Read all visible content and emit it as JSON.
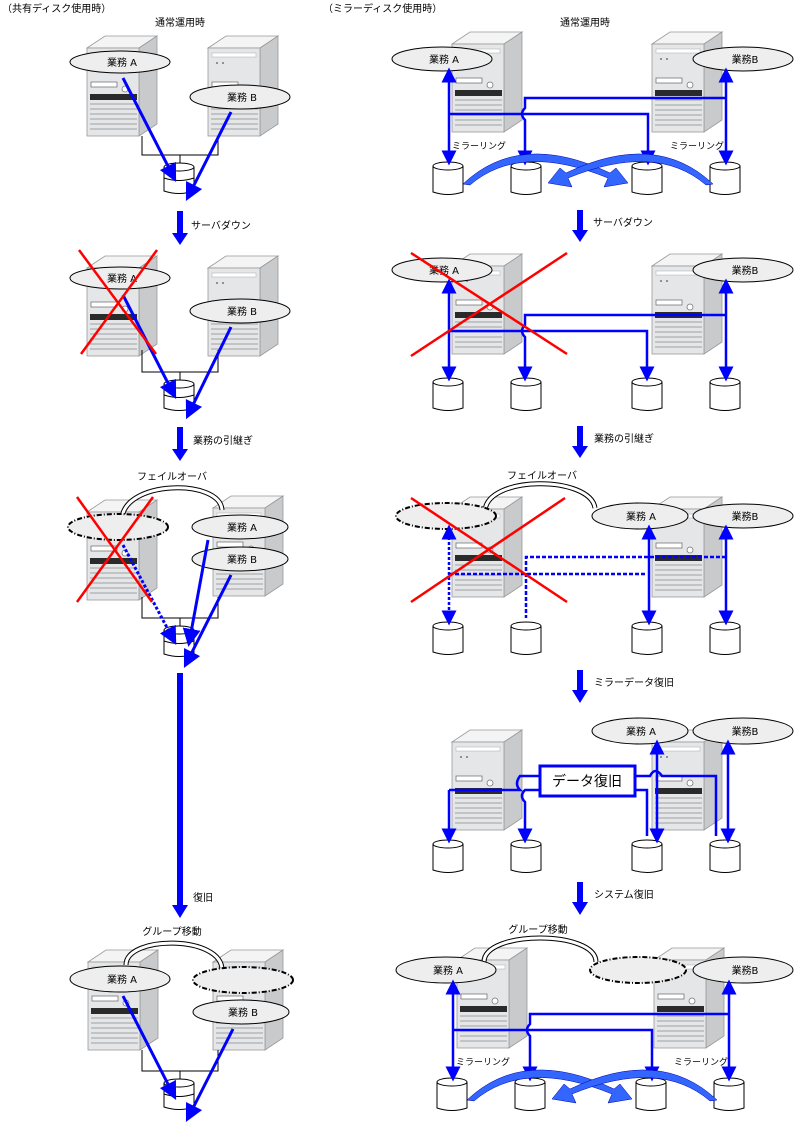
{
  "left_column": {
    "heading": "（共有ディスク使用時）",
    "stages": [
      {
        "title": "通常運用時",
        "service_a": "業務 A",
        "service_b": "業務 B"
      },
      {
        "title": "",
        "service_a": "業務 A",
        "service_b": "業務 B",
        "server_a_failed": true
      },
      {
        "title": "フェイルオーバ",
        "service_a": "業務 A",
        "service_b": "業務 B",
        "server_a_failed": true
      },
      {
        "title": "グループ移動",
        "service_a": "業務 A",
        "service_b": "業務 B"
      }
    ],
    "transitions": [
      "サーバダウン",
      "業務の引継ぎ",
      "復旧"
    ]
  },
  "right_column": {
    "heading": "（ミラーディスク使用時）",
    "stages": [
      {
        "title": "通常運用時",
        "service_a": "業務 A",
        "service_b": "業務B",
        "mirroring_label": "ミラーリング"
      },
      {
        "title": "",
        "service_a": "業務 A",
        "service_b": "業務B",
        "server_a_failed": true
      },
      {
        "title": "フェイルオーバ",
        "service_a": "業務 A",
        "service_b": "業務B",
        "server_a_failed": true
      },
      {
        "title": "",
        "service_a": "業務 A",
        "service_b": "業務B",
        "restore_box": "データ復旧"
      },
      {
        "title": "グループ移動",
        "service_a": "業務 A",
        "service_b": "業務B",
        "mirroring_label": "ミラーリング"
      }
    ],
    "transitions": [
      "サーバダウン",
      "業務の引継ぎ",
      "ミラーデータ復旧",
      "システム復旧"
    ]
  },
  "colors": {
    "link": "#0000ff",
    "mirror_arrow": "#3366ff",
    "failed_cross": "#ff0000",
    "bubble_fill": "#eeeeee",
    "server_body": "#e4e6e8",
    "server_side": "#c8cacc"
  }
}
